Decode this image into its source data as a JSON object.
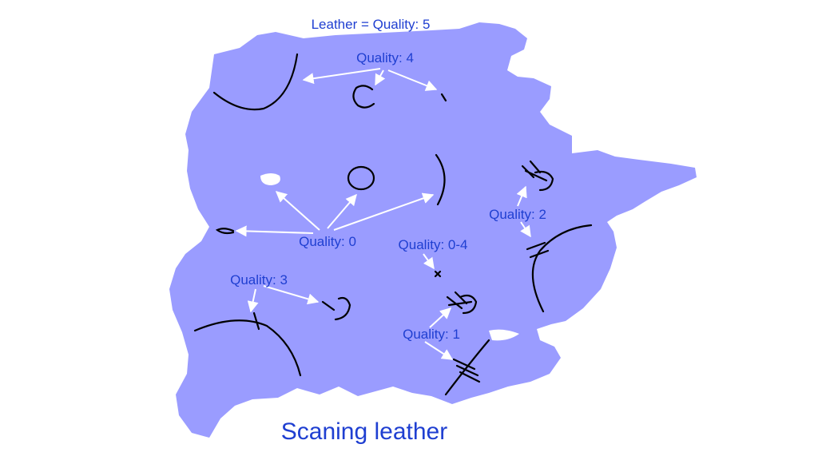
{
  "caption": "Scaning leather",
  "labels": {
    "leather": "Leather = Quality: 5",
    "q4": "Quality: 4",
    "q0": "Quality: 0",
    "q2": "Quality: 2",
    "q04": "Quality: 0-4",
    "q3": "Quality: 3",
    "q1": "Quality: 1"
  },
  "colors": {
    "hide": "#9a9cff",
    "label_text": "#1f3fd1",
    "defect_marks": "#000000",
    "arrows": "#ffffff"
  }
}
